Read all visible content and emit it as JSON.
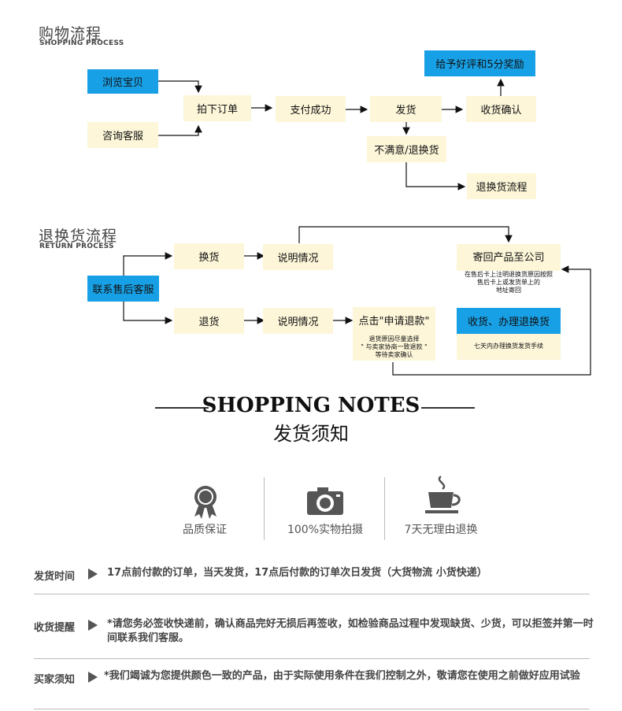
{
  "shopping_process": {
    "title_cn": "购物流程",
    "title_en": "SHOPPING PROCESS",
    "nodes": {
      "browse": "浏览宝贝",
      "consult": "咨询客服",
      "order": "拍下订单",
      "paid": "支付成功",
      "ship": "发货",
      "receive": "收货确认",
      "review": "给予好评和5分奖励",
      "unsatisfied": "不满意/退换货",
      "return_flow": "退换货流程"
    }
  },
  "return_process": {
    "title_cn": "退换货流程",
    "title_en": "RETURN PROCESS",
    "nodes": {
      "contact": "联系售后客服",
      "exchange": "换货",
      "explain1": "说明情况",
      "refund": "退货",
      "explain2": "说明情况",
      "apply_refund": "点击\"申请退款\"",
      "apply_note_1": "退货原因尽量选择",
      "apply_note_2": "\" 与卖家协商一致退款 \"",
      "apply_note_3": "等待卖家确认",
      "send_back": "寄回产品至公司",
      "send_note_1": "在售后卡上注明退换货原因按照",
      "send_note_2": "售后卡上或发货单上的",
      "send_note_3": "地址寄回",
      "handle": "收货、办理退换货",
      "handle_note": "七天内办理换货发货手续"
    }
  },
  "notes": {
    "title_en": "SHOPPING NOTES",
    "title_cn": "发货须知",
    "features": [
      {
        "icon": "ribbon-award-icon",
        "label": "品质保证"
      },
      {
        "icon": "camera-icon",
        "label": "100%实物拍摄"
      },
      {
        "icon": "coffee-cup-icon",
        "label": "7天无理由退换"
      }
    ],
    "rows": [
      {
        "label": "发货时间",
        "text": "17点前付款的订单，当天发货，17点后付款的订单次日发货（大货物流 小货快递）"
      },
      {
        "label": "收货提醒",
        "text": "*请您务必签收快递前，确认商品完好无损后再签收，如检验商品过程中发现缺货、少货，可以拒签并第一时间联系我们客服。"
      },
      {
        "label": "买家须知",
        "text": "*我们竭诚为您提供颜色一致的产品，由于实际使用条件在我们控制之外，敬请您在使用之前做好应用试验"
      }
    ]
  },
  "colors": {
    "blue_box": "#18a0e6",
    "beige_box": "#fdf6d9",
    "line": "#222222"
  }
}
